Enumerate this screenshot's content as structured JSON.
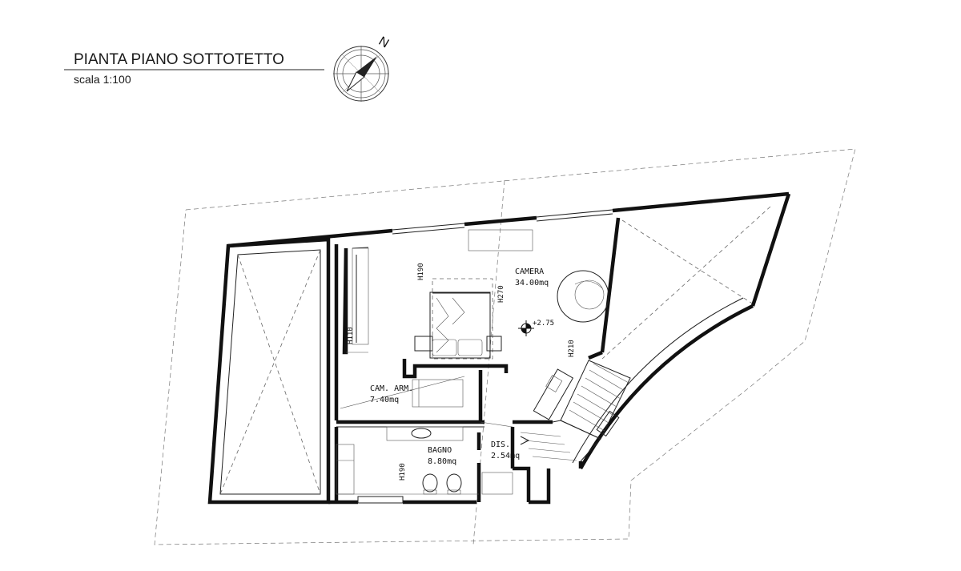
{
  "header": {
    "title": "PIANTA PIANO SOTTOTETTO",
    "scale": "scala 1:100",
    "north_label": "N"
  },
  "rooms": {
    "camera": {
      "name": "CAMERA",
      "area": "34.00mq"
    },
    "cam_arm": {
      "name": "CAM. ARM.",
      "area": "7.40mq"
    },
    "bagno": {
      "name": "BAGNO",
      "area": "8.80mq"
    },
    "dis": {
      "name": "DIS.",
      "area": "2.54mq"
    }
  },
  "heights": {
    "h190_top": "H190",
    "h270": "H270",
    "h110": "H110",
    "h210": "H210",
    "h190_bath": "H190"
  },
  "level": "+2.75",
  "icons": [
    "compass-rose-icon",
    "level-marker-icon"
  ]
}
